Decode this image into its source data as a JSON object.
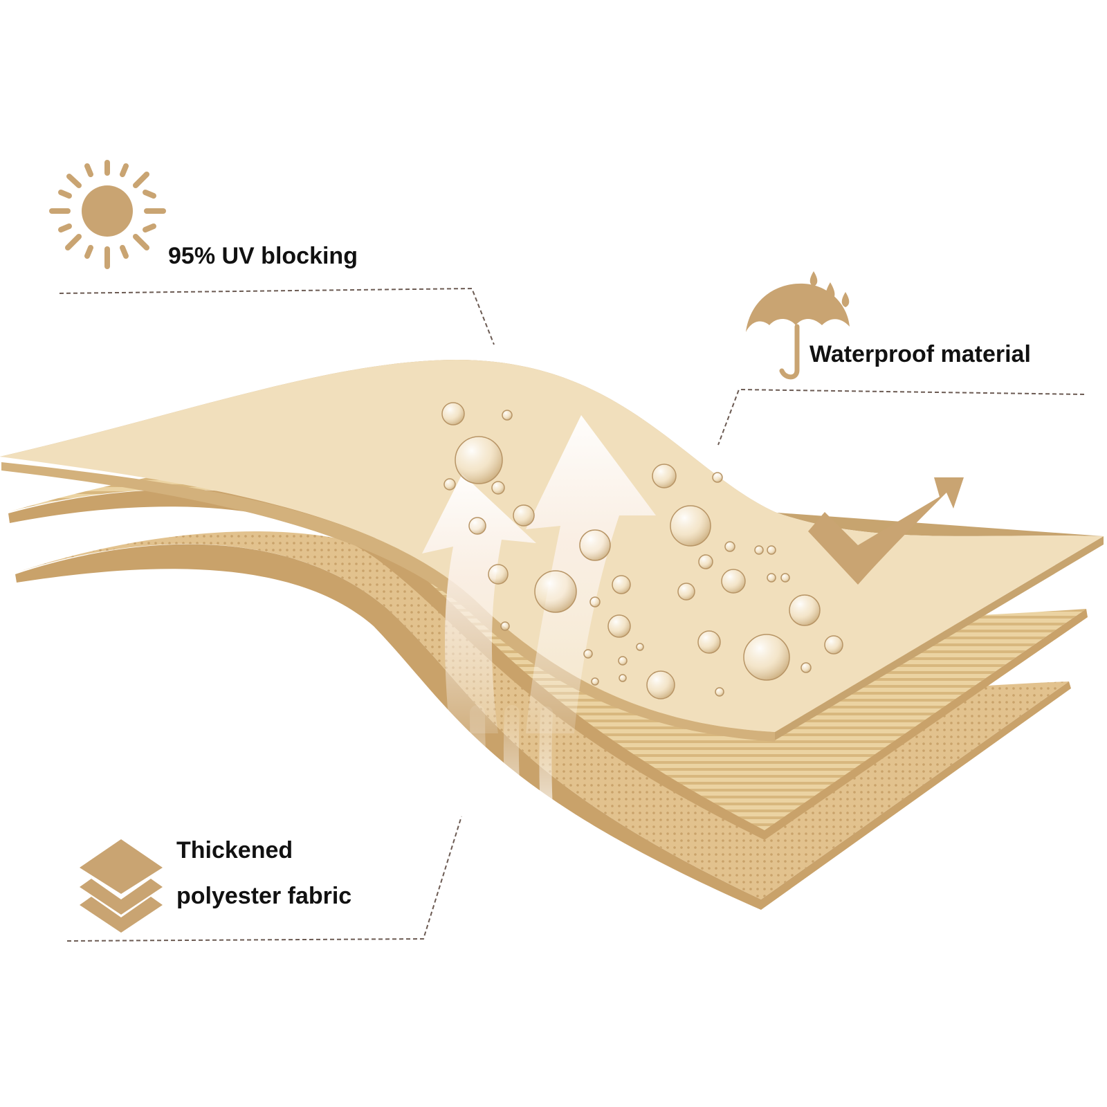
{
  "features": {
    "uv": {
      "label": "95% UV blocking",
      "icon": "sun-icon"
    },
    "waterproof": {
      "label": "Waterproof material",
      "icon": "umbrella-rain-icon"
    },
    "fabric": {
      "label_line1": "Thickened",
      "label_line2": "polyester fabric",
      "icon": "layers-icon"
    }
  },
  "colors": {
    "icon": "#c9a472",
    "layer_top": "#f1dfbc",
    "layer_middle": "#e9cf9a",
    "layer_bottom": "#dcb984",
    "edge": "#c7a46f",
    "leader_line": "#6b5a52",
    "text": "#111111"
  }
}
